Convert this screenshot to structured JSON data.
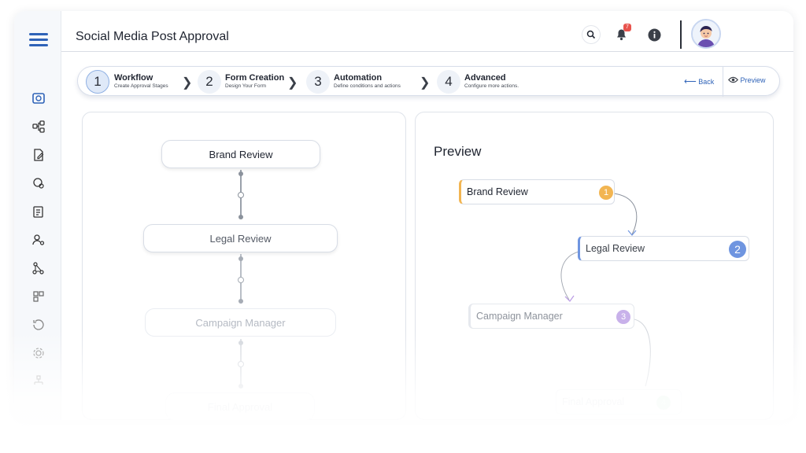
{
  "header": {
    "title": "Social Media Post Approval",
    "notification_count": "7"
  },
  "sidebar": {
    "items": [
      {
        "icon": "dashboard-icon"
      },
      {
        "icon": "workflow-icon"
      },
      {
        "icon": "form-edit-icon"
      },
      {
        "icon": "automation-icon"
      },
      {
        "icon": "documents-icon"
      },
      {
        "icon": "user-settings-icon"
      },
      {
        "icon": "network-icon"
      },
      {
        "icon": "modules-icon"
      },
      {
        "icon": "history-icon"
      },
      {
        "icon": "settings-icon"
      },
      {
        "icon": "hierarchy-icon"
      }
    ]
  },
  "stepper": {
    "steps": [
      {
        "number": "1",
        "title": "Workflow",
        "subtitle": "Create Approval Stages"
      },
      {
        "number": "2",
        "title": "Form Creation",
        "subtitle": "Design Your Form"
      },
      {
        "number": "3",
        "title": "Automation",
        "subtitle": "Define conditions and actions"
      },
      {
        "number": "4",
        "title": "Advanced",
        "subtitle": "Configure more actions."
      }
    ],
    "back_label": "Back",
    "preview_label": "Preview"
  },
  "workflow": {
    "nodes": [
      {
        "label": "Brand Review"
      },
      {
        "label": "Legal Review"
      },
      {
        "label": "Campaign Manager"
      },
      {
        "label": "Final Approval"
      }
    ]
  },
  "preview": {
    "title": "Preview",
    "nodes": [
      {
        "label": "Brand Review",
        "badge": "1",
        "color": "#f2b552"
      },
      {
        "label": "Legal Review",
        "badge": "2",
        "color": "#6f95e0"
      },
      {
        "label": "Campaign Manager",
        "badge": "3",
        "color": "#b99ae4"
      },
      {
        "label": "Final Approval",
        "badge": "4",
        "color": "#6ccf8a"
      }
    ]
  },
  "colors": {
    "accent": "#2f63b8",
    "badge_red": "#e8534d"
  }
}
